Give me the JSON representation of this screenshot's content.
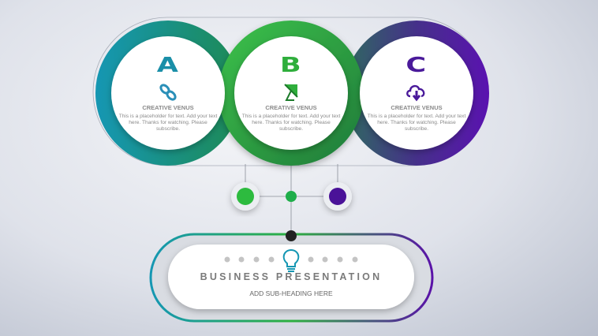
{
  "cards": [
    {
      "letter": "A",
      "icon": "link-icon",
      "title": "CREATIVE VENUS",
      "body": "This is a placeholder for text. Add your text here. Thanks for watching. Please subscribe.",
      "color": "#1a8fa8"
    },
    {
      "letter": "B",
      "icon": "satellite-dish-icon",
      "title": "CREATIVE VENUS",
      "body": "This is a placeholder for text. Add your text here. Thanks for watching. Please subscribe.",
      "color": "#2fae3c"
    },
    {
      "letter": "C",
      "icon": "cloud-download-icon",
      "title": "CREATIVE VENUS",
      "body": "This is a placeholder for text. Add your text here. Thanks for watching. Please subscribe.",
      "color": "#4a1a9a"
    }
  ],
  "banner": {
    "title": "BUSINESS PRESENTATION",
    "subtitle": "ADD SUB-HEADING HERE",
    "icon": "lightbulb-icon"
  },
  "colors": {
    "teal": "#1597b3",
    "green": "#2dbb3f",
    "purple": "#5a12a8",
    "text": "#7a7a7a"
  }
}
